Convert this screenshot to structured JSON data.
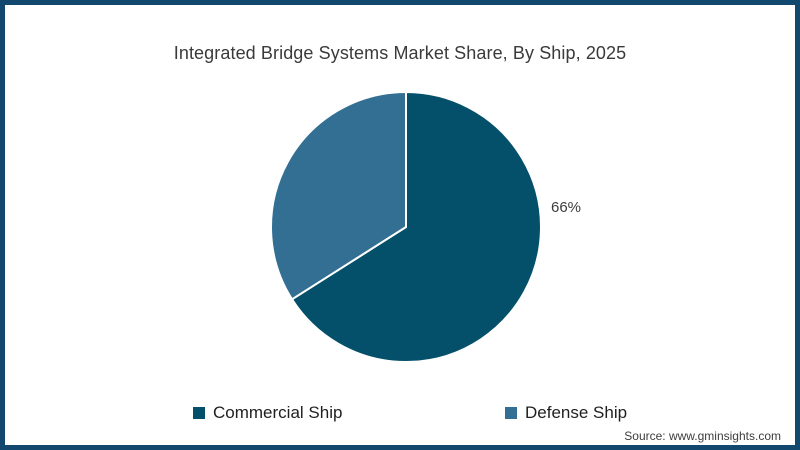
{
  "page": {
    "source": "Source: www.gminsights.com",
    "frame_border_color": "#12486e",
    "background_color": "#ffffff"
  },
  "chart_data": {
    "type": "pie",
    "title": "Integrated Bridge Systems Market Share, By Ship, 2025",
    "start_angle_deg": 0,
    "direction": "clockwise-from-top",
    "separator_color": "#ffffff",
    "legend_position": "bottom",
    "slices": [
      {
        "label": "Commercial Ship",
        "value": 66,
        "color": "#04506b",
        "data_label": "66%"
      },
      {
        "label": "Defense Ship",
        "value": 34,
        "color": "#336f93",
        "data_label": ""
      }
    ]
  }
}
